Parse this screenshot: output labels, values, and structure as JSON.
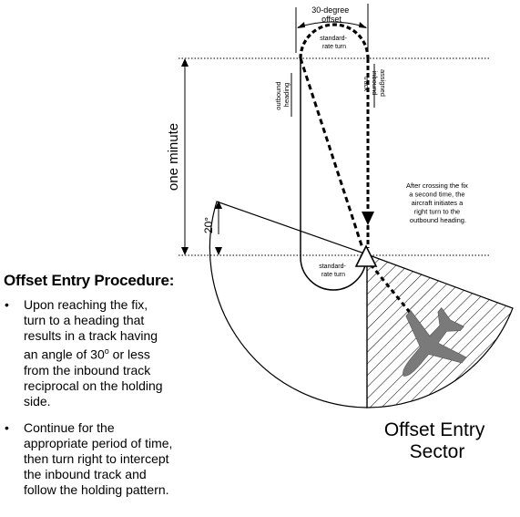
{
  "diagram": {
    "offset_label_line1": "30-degree",
    "offset_label_line2": "offset",
    "top_turn_line1": "standard-",
    "top_turn_line2": "rate turn",
    "outbound_heading_line1": "outbound",
    "outbound_heading_line2": "heading",
    "assigned_inbound_line1": "assigned",
    "assigned_inbound_line2": "inbound",
    "assigned_inbound_line3": "track",
    "one_minute": "one minute",
    "angle_20": "20°",
    "bottom_turn_line1": "standard-",
    "bottom_turn_line2": "rate turn",
    "note_line1": "After crossing the fix",
    "note_line2": "a second time, the",
    "note_line3": "aircraft initiates a",
    "note_line4": "right turn to the",
    "note_line5": "outbound heading.",
    "sector_title_line1": "Offset Entry",
    "sector_title_line2": "Sector"
  },
  "procedure": {
    "heading": "Offset Entry Procedure:",
    "bullet_glyph": "•",
    "items": [
      {
        "line1": "Upon reaching the fix,",
        "line2": "turn to a heading that",
        "line3": "results in a track having",
        "line4a": "an angle of 30",
        "line4sup": "o",
        "line4b": " or less",
        "line5": "from the inbound track",
        "line6": "reciprocal on the holding",
        "line7": "side."
      },
      {
        "line1": "Continue for the",
        "line2": "appropriate period of time,",
        "line3": "then turn right to intercept",
        "line4": "the inbound track and",
        "line5": "follow the holding pattern."
      }
    ]
  },
  "colors": {
    "ink": "#000000",
    "aircraft": "#7a7a7a",
    "background": "#ffffff"
  }
}
